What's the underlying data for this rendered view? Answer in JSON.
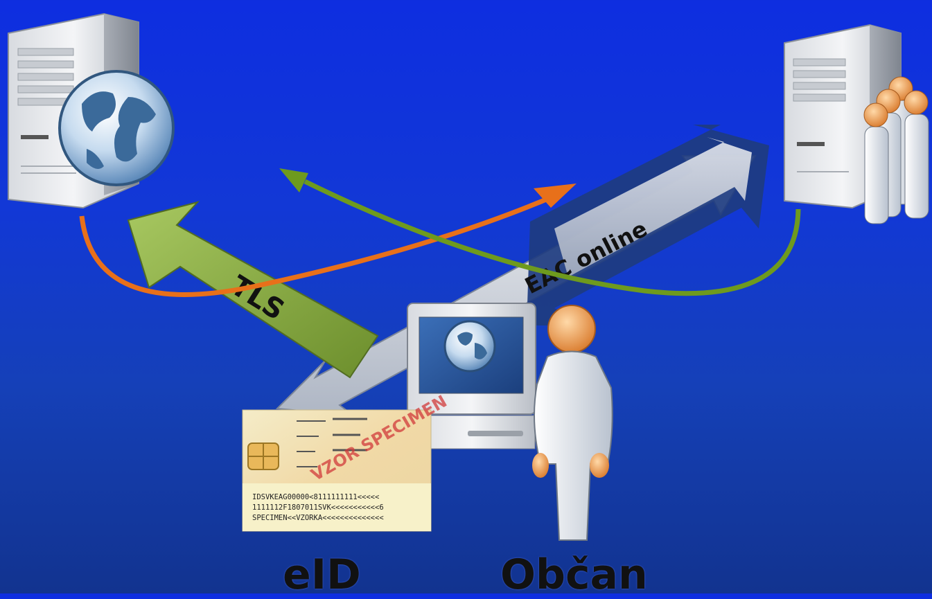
{
  "labels": {
    "tls": "TLS",
    "eac": "EAC online",
    "eid": "eID",
    "citizen": "Občan"
  },
  "card": {
    "stamp": "VZOR SPECIMEN",
    "mrz": [
      "IDSVKEAG00000<8111111111<<<<<",
      "1111112F1807011SVK<<<<<<<<<<<6",
      "SPECIMEN<<VZORKA<<<<<<<<<<<<<<"
    ]
  },
  "colors": {
    "background": "#1238d6",
    "tls_arrow": "#7fa63a",
    "eac_arrow": "#1f3f86",
    "orange_curve": "#e8701a",
    "green_curve": "#6e9a1e"
  },
  "icons": [
    "server-icon",
    "globe-icon",
    "users-icon",
    "computer-icon",
    "person-icon",
    "id-card-icon"
  ]
}
